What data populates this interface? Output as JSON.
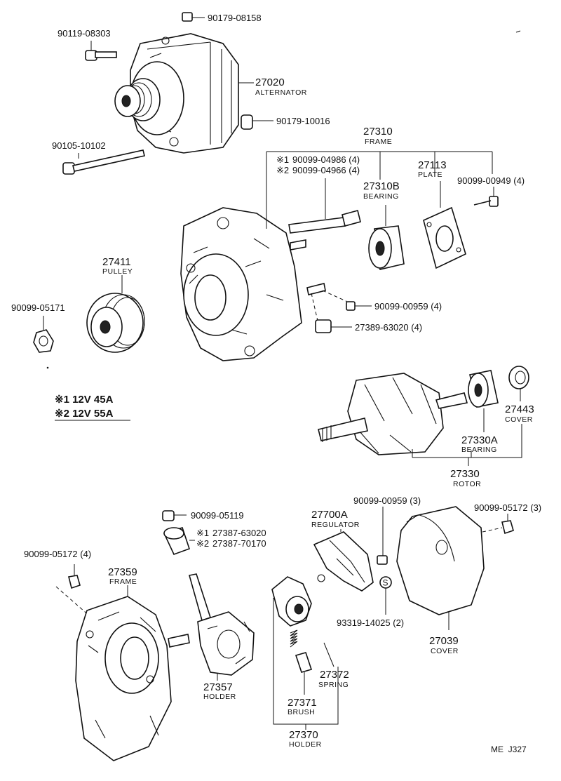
{
  "callouts": {
    "nut_90179_08158": "90179-08158",
    "bolt_90119_08303": "90119-08303",
    "alternator_pn": "27020",
    "alternator_name": "ALTERNATOR",
    "nut_90179_10016": "90179-10016",
    "bolt_90105_10102": "90105-10102",
    "frame_27310_pn": "27310",
    "frame_27310_name": "FRAME",
    "stud_variant_1": "90099-04986 (4)",
    "stud_variant_2": "90099-04966 (4)",
    "bearing_27310b_pn": "27310B",
    "bearing_27310b_name": "BEARING",
    "plate_pn": "27113",
    "plate_name": "PLATE",
    "screw_90099_00949": "90099-00949 (4)",
    "pulley_pn": "27411",
    "pulley_name": "PULLEY",
    "nut_90099_05171": "90099-05171",
    "screw_90099_00959_a": "90099-00959 (4)",
    "insulator_27389": "27389-63020 (4)",
    "cover_27443_pn": "27443",
    "cover_27443_name": "COVER",
    "bearing_27330a_pn": "27330A",
    "bearing_27330a_name": "BEARING",
    "rotor_pn": "27330",
    "rotor_name": "ROTOR",
    "nut_90099_05119": "90099-05119",
    "terminal_variant_1": "27387-63020",
    "terminal_variant_2": "27387-70170",
    "nut_90099_05172_left": "90099-05172 (4)",
    "frame_27359_pn": "27359",
    "frame_27359_name": "FRAME",
    "holder_27357_pn": "27357",
    "holder_27357_name": "HOLDER",
    "regulator_pn": "27700A",
    "regulator_name": "REGULATOR",
    "screw_90099_00959_b": "90099-00959 (3)",
    "nut_90099_05172_right": "90099-05172 (3)",
    "washer_93319": "93319-14025 (2)",
    "cover_27039_pn": "27039",
    "cover_27039_name": "COVER",
    "spring_pn": "27372",
    "spring_name": "SPRING",
    "brush_pn": "27371",
    "brush_name": "BRUSH",
    "holder_27370_pn": "27370",
    "holder_27370_name": "HOLDER"
  },
  "variant_marks": {
    "mark_1": "※1",
    "mark_2": "※2"
  },
  "legend": {
    "item_1": "※1 12V 45A",
    "item_2": "※2 12V 55A"
  },
  "washer_symbol": "S",
  "figure_code": "ME  J327"
}
